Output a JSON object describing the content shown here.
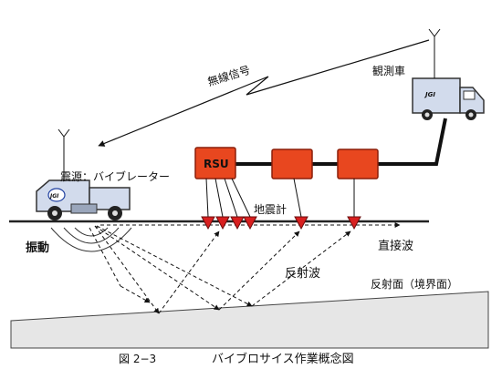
{
  "labels": {
    "wireless_signal": "無線信号",
    "observation_vehicle": "観測車",
    "source_vibrator": "震源：バイブレーター",
    "rsu": "RSU",
    "geophone": "地震計",
    "vibration": "振動",
    "direct_wave": "直接波",
    "reflected_wave": "反射波",
    "reflector": "反射面（境界面）"
  },
  "vehicle_badge": "JGI",
  "caption": {
    "figure_number": "図 2−3",
    "title": "バイブロサイス作業概念図"
  },
  "colors": {
    "rsu_fill": "#e8471f",
    "geophone_fill": "#d81f1f",
    "vehicle_body": "#d2dbec",
    "cable": "#111111",
    "layer_fill": "#e6e6e6"
  }
}
